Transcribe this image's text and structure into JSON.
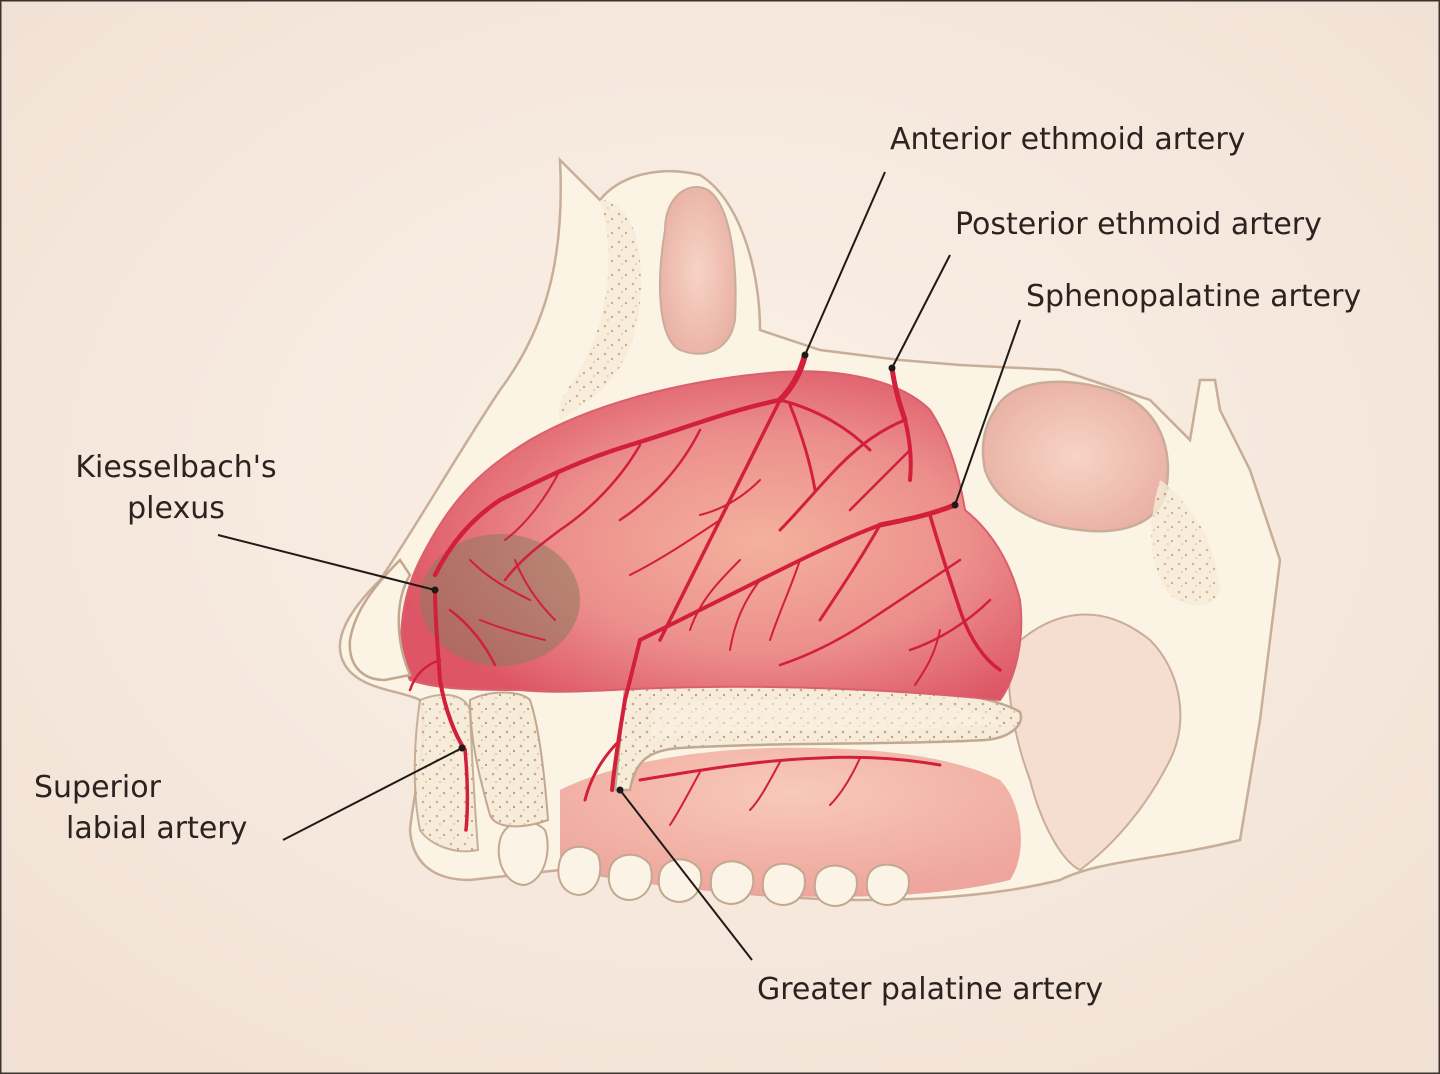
{
  "labels": {
    "anterior_ethmoid": "Anterior ethmoid artery",
    "posterior_ethmoid": "Posterior ethmoid artery",
    "sphenopalatine": "Sphenopalatine artery",
    "kiesselbach_line1": "Kiesselbach's",
    "kiesselbach_line2": "plexus",
    "superior_labial_line1": "Superior",
    "superior_labial_line2": "labial artery",
    "greater_palatine": "Greater palatine artery"
  },
  "colors": {
    "background": "#f6e9df",
    "artery": "#d21f3c",
    "mucosa": "#e9717c",
    "bone": "#fbf4e4",
    "bone_outline": "#cdb7a2",
    "plexus_highlight": "#8c7a5c",
    "leader_line": "#1e1a18"
  }
}
